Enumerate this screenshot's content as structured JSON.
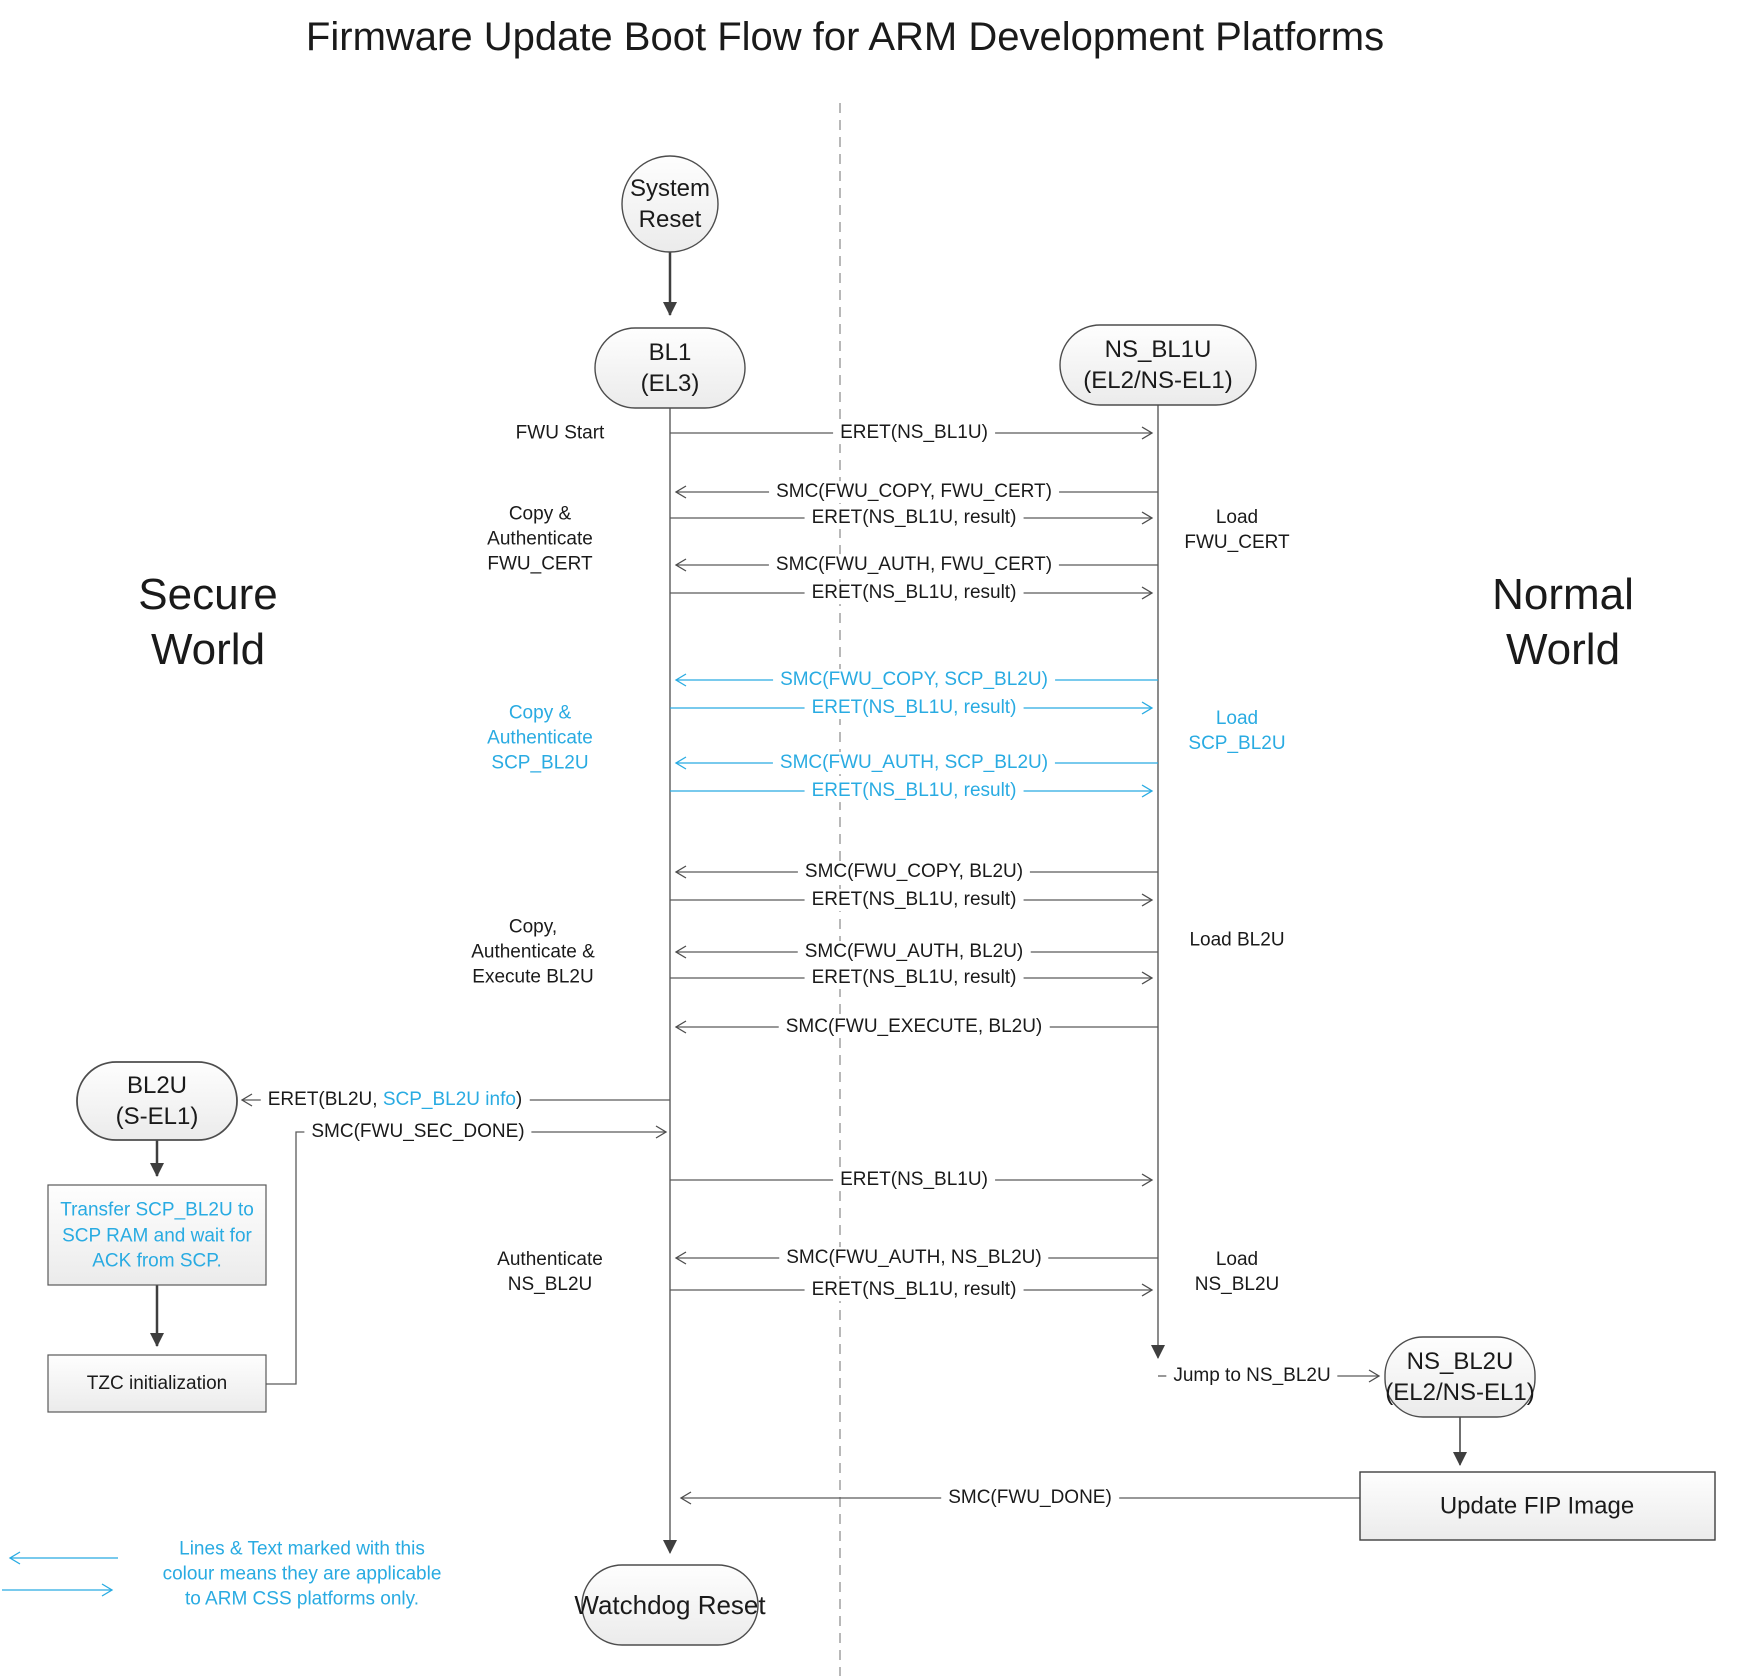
{
  "title": "Firmware Update Boot Flow for ARM Development Platforms",
  "colors": {
    "accent": "#29ABE2",
    "line": "#595959"
  },
  "worlds": {
    "secure": "Secure\nWorld",
    "normal": "Normal\nWorld"
  },
  "nodes": {
    "system_reset": "System\nReset",
    "bl1": "BL1\n(EL3)",
    "ns_bl1u": "NS_BL1U\n(EL2/NS-EL1)",
    "bl2u": "BL2U\n(S-EL1)",
    "ns_bl2u": "NS_BL2U\n(EL2/NS-EL1)",
    "transfer_scp": "Transfer SCP_BL2U to\nSCP RAM and wait for\nACK from SCP.",
    "tzc_init": "TZC initialization",
    "update_fip": "Update FIP Image",
    "watchdog_reset": "Watchdog Reset"
  },
  "side_labels": {
    "fwu_start": "FWU Start",
    "copy_auth_fwu_cert": "Copy &\nAuthenticate\nFWU_CERT",
    "load_fwu_cert": "Load\nFWU_CERT",
    "copy_auth_scp_bl2u": "Copy &\nAuthenticate\nSCP_BL2U",
    "load_scp_bl2u": "Load\nSCP_BL2U",
    "copy_auth_exec_bl2u": "Copy,\nAuthenticate &\nExecute BL2U",
    "load_bl2u": "Load BL2U",
    "auth_ns_bl2u": "Authenticate\nNS_BL2U",
    "load_ns_bl2u": "Load\nNS_BL2U"
  },
  "messages": [
    {
      "label": "ERET(NS_BL1U)"
    },
    {
      "label": "SMC(FWU_COPY, FWU_CERT)"
    },
    {
      "label": "ERET(NS_BL1U, result)"
    },
    {
      "label": "SMC(FWU_AUTH, FWU_CERT)"
    },
    {
      "label": "ERET(NS_BL1U, result)"
    },
    {
      "label": "SMC(FWU_COPY, SCP_BL2U)"
    },
    {
      "label": "ERET(NS_BL1U, result)"
    },
    {
      "label": "SMC(FWU_AUTH, SCP_BL2U)"
    },
    {
      "label": "ERET(NS_BL1U, result)"
    },
    {
      "label": "SMC(FWU_COPY, BL2U)"
    },
    {
      "label": "ERET(NS_BL1U, result)"
    },
    {
      "label": "SMC(FWU_AUTH, BL2U)"
    },
    {
      "label": "ERET(NS_BL1U, result)"
    },
    {
      "label": "SMC(FWU_EXECUTE, BL2U)"
    },
    {
      "pre": "ERET(BL2U, ",
      "highlight": "SCP_BL2U info",
      "post": ")"
    },
    {
      "label": "SMC(FWU_SEC_DONE)"
    },
    {
      "label": "ERET(NS_BL1U)"
    },
    {
      "label": "SMC(FWU_AUTH, NS_BL2U)"
    },
    {
      "label": "ERET(NS_BL1U, result)"
    },
    {
      "label": "Jump to NS_BL2U"
    },
    {
      "label": "SMC(FWU_DONE)"
    }
  ],
  "legend": {
    "text": "Lines & Text marked with this\ncolour means they are applicable\nto ARM CSS platforms only."
  }
}
